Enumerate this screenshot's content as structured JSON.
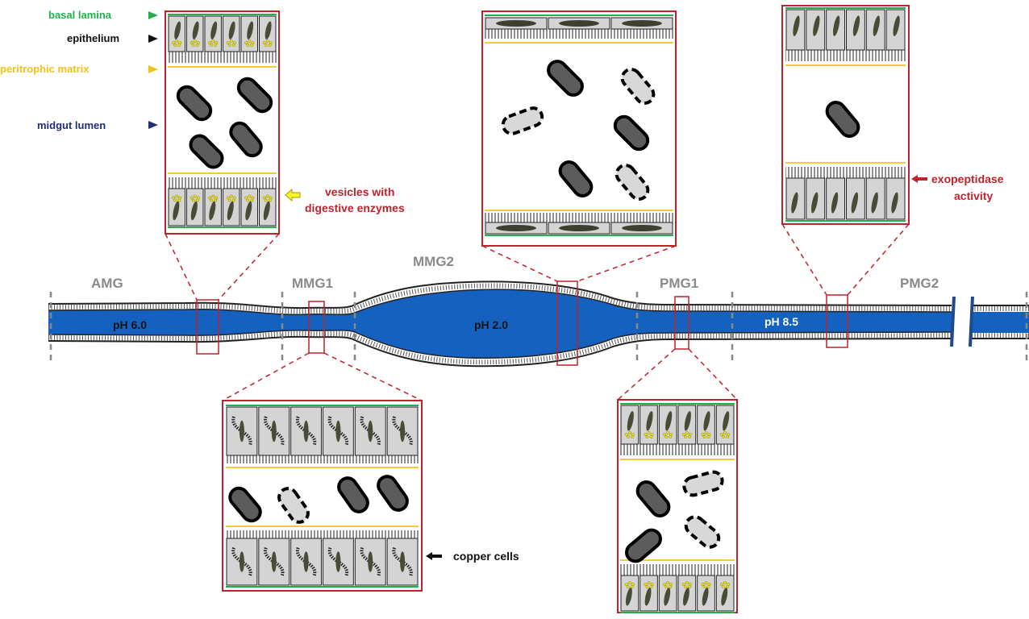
{
  "legend": {
    "basal_lamina": "basal lamina",
    "epithelium": "epithelium",
    "peritrophic_matrix": "peritrophic matrix",
    "midgut_lumen": "midgut lumen"
  },
  "annotations": {
    "vesicles_line1": "vesicles with",
    "vesicles_line2": "digestive enzymes",
    "copper_cells": "copper cells",
    "exopeptidase_line1": "exopeptidase",
    "exopeptidase_line2": "activity"
  },
  "regions": {
    "amg": "AMG",
    "mmg1": "MMG1",
    "mmg2": "MMG2",
    "pmg1": "PMG1",
    "pmg2": "PMG2"
  },
  "ph": {
    "amg": "pH 6.0",
    "mmg2": "pH 2.0",
    "pmg": "pH 8.5"
  },
  "colors": {
    "basal_lamina": "#22b04b",
    "epithelium": "#111111",
    "peritrophic_matrix": "#f2c21b",
    "midgut_lumen": "#1f2f78",
    "annotation_red": "#c0222b",
    "region_gray": "#8a8a8a",
    "ph_yellow": "#f7f32a",
    "ph_red": "#f55a5a",
    "ph_blue": "#1561c0",
    "box_border": "#c0222b",
    "cell_fill": "#d4d4d4",
    "bacterium_dark": "#5c5c5c",
    "bacterium_light": "#d8d8d8"
  },
  "icons": {
    "legend_arrow": "right-pointing-triangle-arrow",
    "vesicle_arrow": "yellow-left-arrow",
    "copper_arrow": "black-left-arrow",
    "exopeptidase_arrow": "red-left-arrow",
    "bacterium_live": "dark-rounded-rod",
    "bacterium_dead": "dashed-light-rounded-rod"
  }
}
